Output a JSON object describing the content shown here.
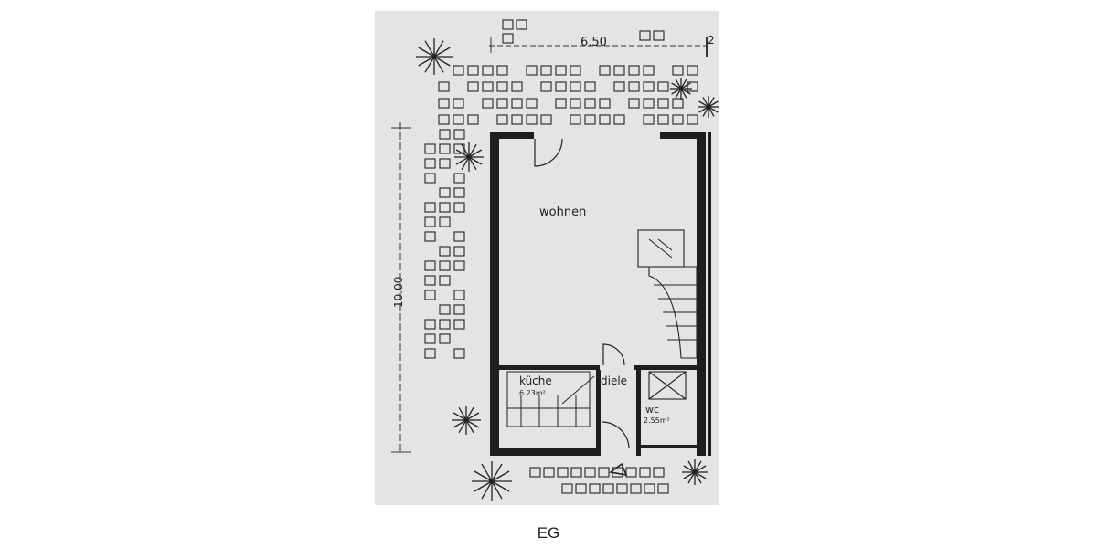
{
  "plan": {
    "dimensions": {
      "width": "6.50",
      "depth": "10.00",
      "neighbor": "2"
    },
    "rooms": [
      {
        "name": "wohnen"
      },
      {
        "name": "küche",
        "area": "6.23m²"
      },
      {
        "name": "diele"
      },
      {
        "name": "wc",
        "area": "2.55m²"
      }
    ],
    "background_color": "#e3e5e4",
    "line_color": "#1e1e1e"
  },
  "caption": "EG"
}
